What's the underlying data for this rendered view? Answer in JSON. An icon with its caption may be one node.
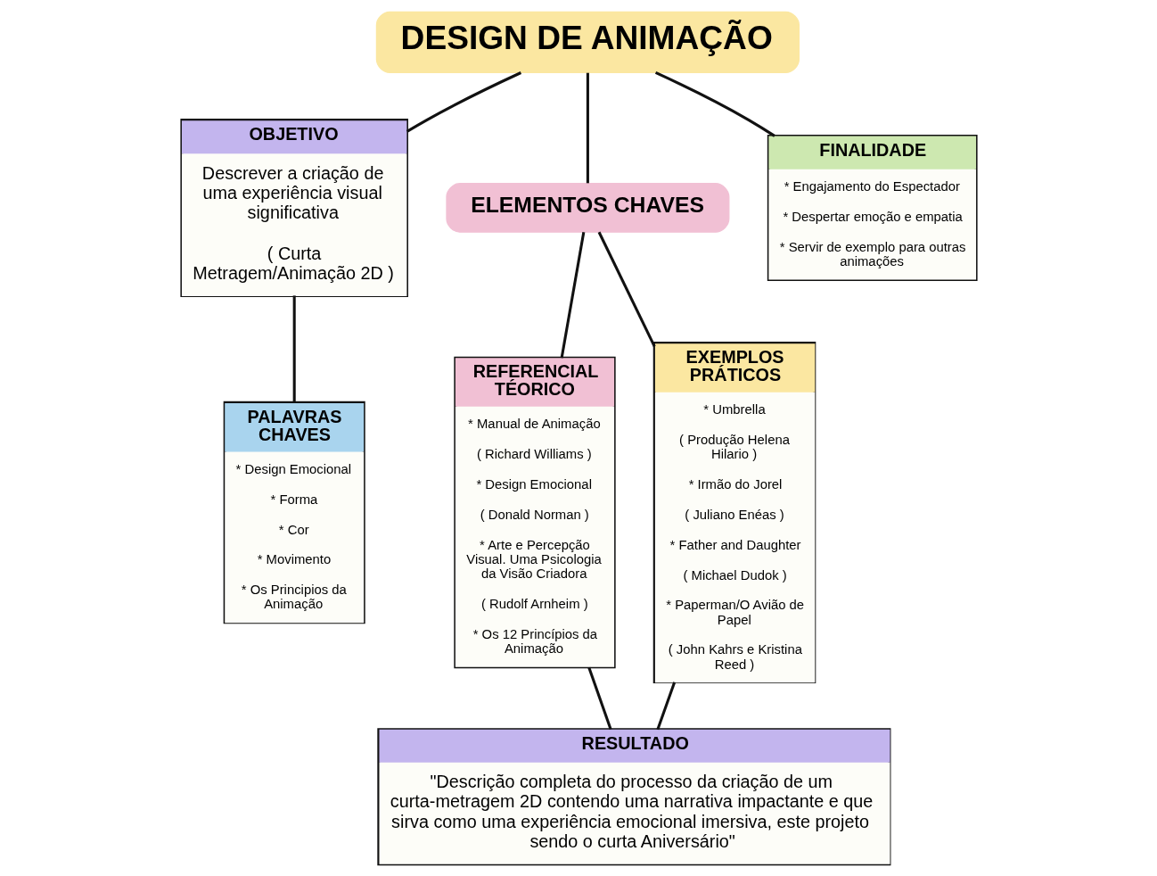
{
  "diagram": {
    "nodes": [
      {
        "text": [
          "DESIGN DE ANIMAÇÃO"
        ]
      },
      {
        "text": [
          "OBJETIVO",
          "Descrever a criação de uma experiência visual significativa",
          "( Curta Metragem/Animação 2D )"
        ]
      },
      {
        "text": [
          "ELEMENTOS CHAVES"
        ]
      },
      {
        "text": [
          "FINALIDADE",
          "* Engajamento do Espectador",
          "* Despertar emoção e empatia",
          "* Servir de exemplo para outras animações"
        ]
      },
      {
        "text": [
          "PALAVRAS CHAVES",
          "* Design Emocional",
          "* Forma",
          "* Cor",
          "* Movimento",
          "* Os Principios da Animação"
        ]
      },
      {
        "text": [
          "REFERENCIAL TÉORICO",
          "* Manual de Animação",
          "( Richard Williams )",
          "* Design Emocional",
          "( Donald Norman )",
          "* Arte e Percepção Visual. Uma Psicologia da Visão Criadora",
          "( Rudolf Arnheim )",
          "* Os 12 Princípios da Animação"
        ]
      },
      {
        "text": [
          "EXEMPLOS PRÁTICOS",
          "* Umbrella",
          "( Produção Helena Hilario )",
          "* Irmão do Jorel",
          "( Juliano Enéas )",
          "* Father and Daughter",
          "( Michael Dudok )",
          "* Paperman/O Avião de Papel",
          "( John Kahrs e Kristina Reed )"
        ]
      },
      {
        "text": [
          "RESULTADO",
          "\"Descrição completa do processo da criação de um curta-metragem 2D contendo uma narrativa impactante e que sirva como uma experiência emocional imersiva, este projeto sendo o curta Aniversário\""
        ]
      }
    ],
    "edges": [
      {
        "from": 0,
        "to": 1,
        "arrow": "none"
      },
      {
        "from": 0,
        "to": 2,
        "arrow": "none"
      },
      {
        "from": 0,
        "to": 3,
        "arrow": "none"
      },
      {
        "from": 1,
        "to": 4,
        "arrow": "none"
      },
      {
        "from": 2,
        "to": 5,
        "arrow": "none"
      },
      {
        "from": 2,
        "to": 6,
        "arrow": "none"
      },
      {
        "from": 5,
        "to": 7,
        "arrow": "none"
      },
      {
        "from": 6,
        "to": 7,
        "arrow": "none"
      }
    ]
  }
}
